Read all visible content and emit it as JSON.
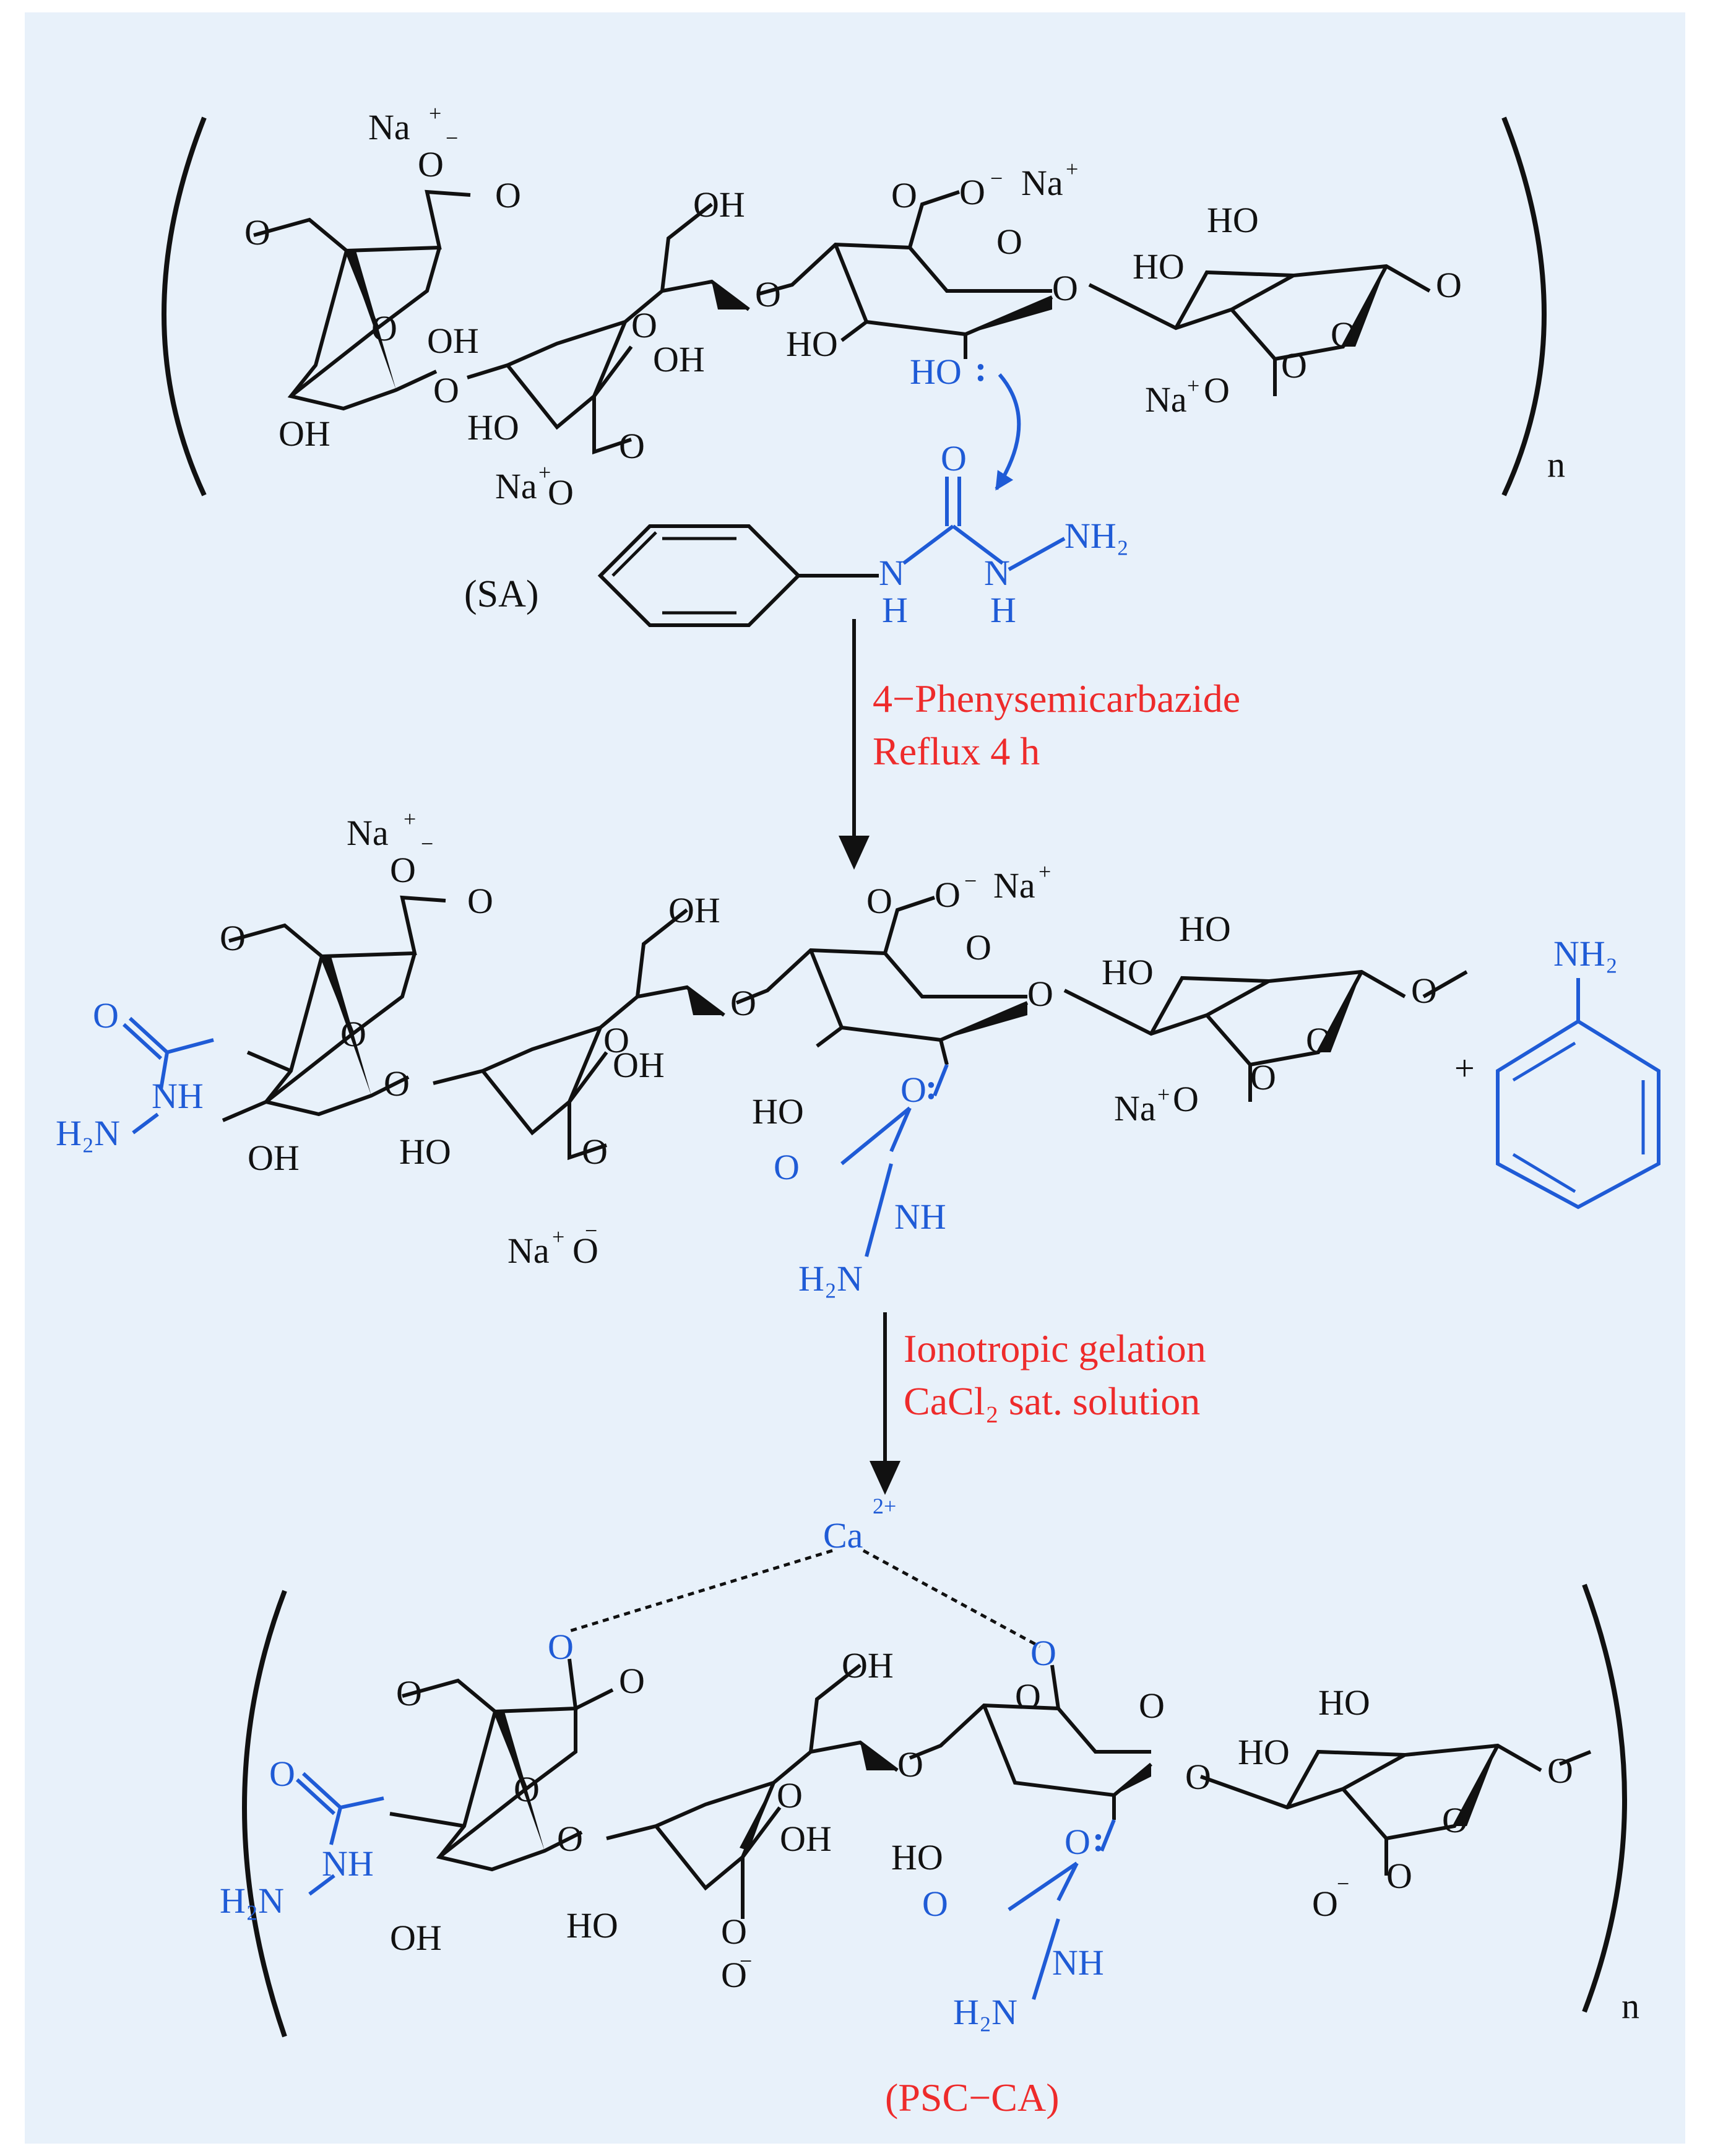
{
  "colors": {
    "background": "#e8f1fa",
    "black": "#111111",
    "blue": "#1f5bd6",
    "red": "#ee2b2b"
  },
  "labels": {
    "na": "Na",
    "plus": "+",
    "minus": "−",
    "o": "O",
    "oh": "OH",
    "ho": "HO",
    "nh": "NH",
    "n": "N",
    "h": "H",
    "h2n": "H₂N",
    "nh2": "NH₂",
    "colon": ":",
    "ca": "Ca",
    "ca_charge": "2+",
    "n_sub": "n",
    "plus_sign": "+"
  },
  "sa_label": "(SA)",
  "step1": {
    "reagent": "4−Phenysemicarbazide",
    "condition": "Reflux  4 h"
  },
  "step2": {
    "line1": "Ionotropic gelation",
    "line2": "CaCl₂ sat. solution"
  },
  "product_label": "(PSC−CA)"
}
